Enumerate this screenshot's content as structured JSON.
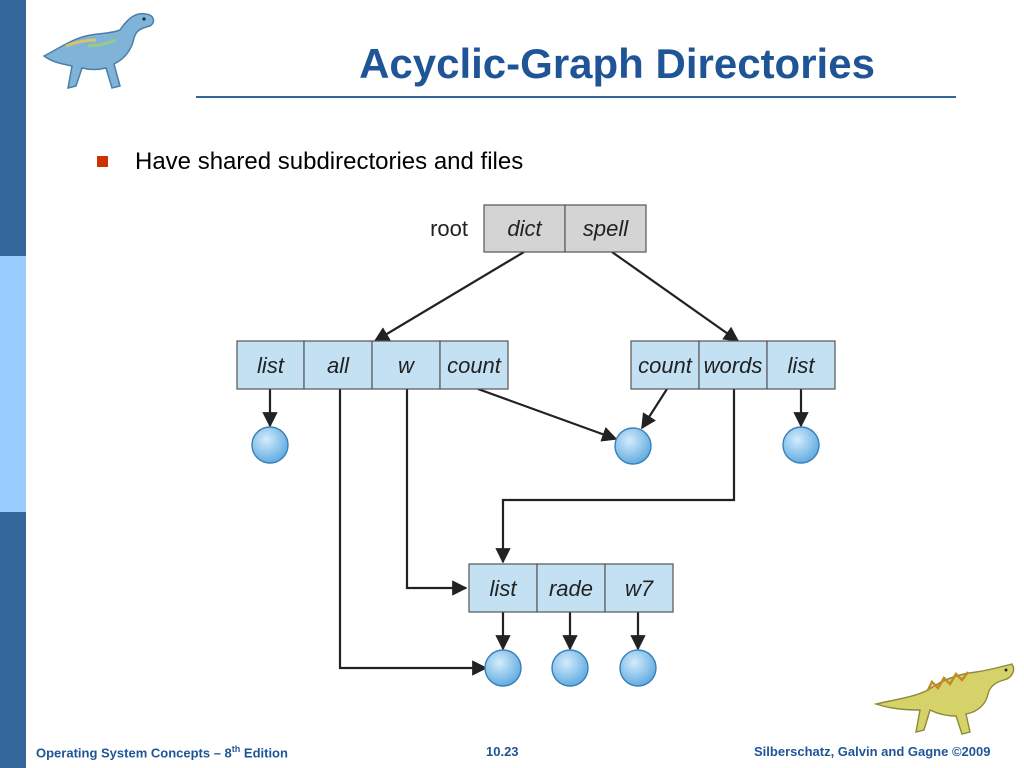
{
  "slide": {
    "title": "Acyclic-Graph Directories",
    "bullet": "Have shared subdirectories and files"
  },
  "footer": {
    "left_prefix": "Operating System Concepts – 8",
    "left_sup": "th",
    "left_suffix": " Edition",
    "page": "10.23",
    "right": "Silberschatz, Galvin and Gagne ©2009"
  },
  "colors": {
    "accent": "#1f5596",
    "band_dark": "#336699",
    "band_light": "#99ccff",
    "bullet": "#cc3300",
    "root_cell": "#d4d4d4",
    "dir_cell": "#c4e1f4",
    "file_node": "#7ec0ec"
  },
  "diagram": {
    "root_label": "root",
    "root_dir": [
      "dict",
      "spell"
    ],
    "dict_dir": [
      "list",
      "all",
      "w",
      "count"
    ],
    "spell_dir": [
      "count",
      "words",
      "list"
    ],
    "sub_dir": [
      "list",
      "rade",
      "w7"
    ]
  }
}
